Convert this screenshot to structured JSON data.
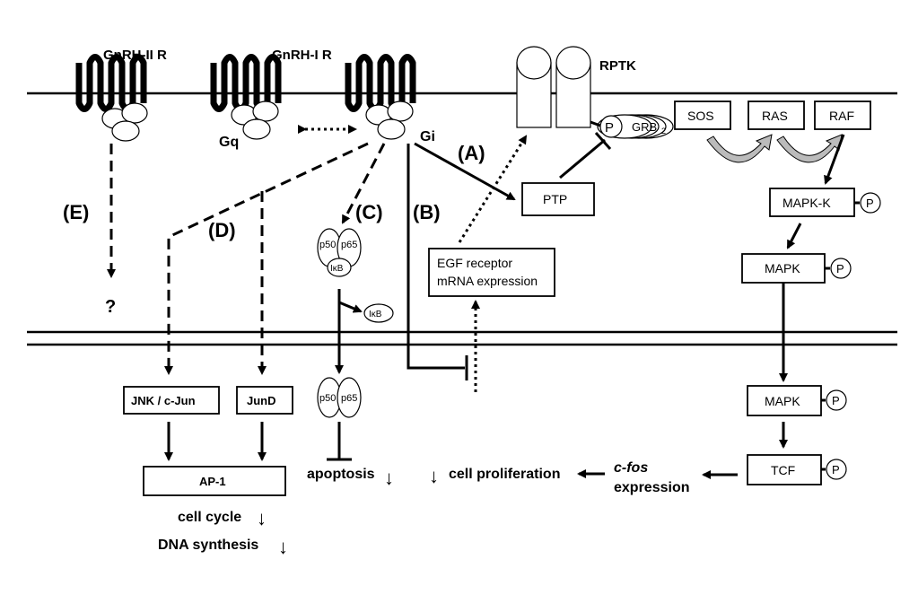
{
  "receptors": {
    "gnrh2": "GnRH-II R",
    "gnrh1": "GnRH-I R",
    "rptk": "RPTK",
    "gq": "Gq",
    "gi": "Gi"
  },
  "pathway_labels": {
    "a": "(A)",
    "b": "(B)",
    "c": "(C)",
    "d": "(D)",
    "e": "(E)",
    "question": "?"
  },
  "nodes": {
    "grb": "GRB",
    "grb_sub": "2",
    "sos": "SOS",
    "ras": "RAS",
    "raf": "RAF",
    "ptp": "PTP",
    "mapkk": "MAPK-K",
    "mapk_cyto": "MAPK",
    "mapk_nuc": "MAPK",
    "tcf": "TCF",
    "p": "P",
    "p50": "p50",
    "p65": "p65",
    "ikb": "IκB",
    "egf_line1": "EGF receptor",
    "egf_line2": "mRNA expression",
    "jnk": "JNK / c-Jun",
    "jund": "JunD",
    "ap1": "AP-1"
  },
  "outcomes": {
    "cell_cycle": "cell cycle",
    "dna_synthesis": "DNA synthesis",
    "apoptosis": "apoptosis",
    "cell_proliferation": "cell proliferation",
    "cfos": "c-fos",
    "expression": "expression",
    "down_arrow": "↓"
  }
}
